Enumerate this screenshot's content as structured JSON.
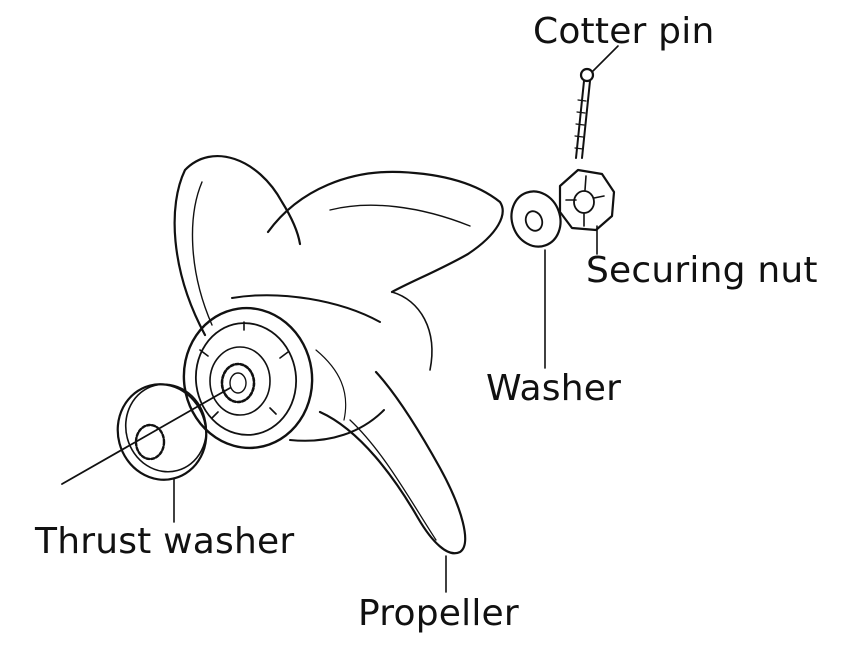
{
  "diagram": {
    "colors": {
      "ink": "#111111",
      "background": "#ffffff"
    },
    "parts": [
      {
        "id": "cotter-pin",
        "label": "Cotter pin"
      },
      {
        "id": "securing-nut",
        "label": "Securing nut"
      },
      {
        "id": "washer",
        "label": "Washer"
      },
      {
        "id": "thrust-washer",
        "label": "Thrust washer"
      },
      {
        "id": "propeller",
        "label": "Propeller"
      }
    ]
  }
}
